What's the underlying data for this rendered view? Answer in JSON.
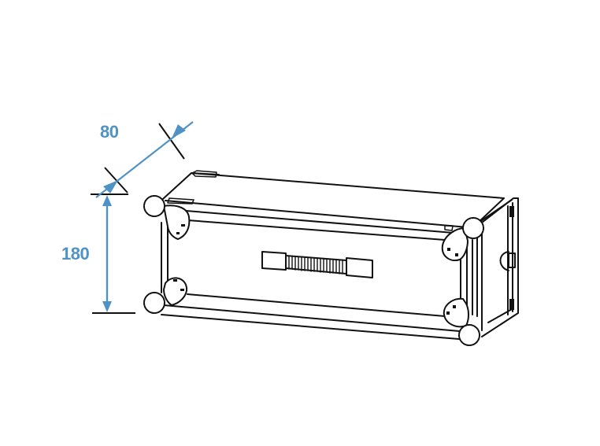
{
  "diagram": {
    "subject": "rack case / flight case line drawing",
    "colors": {
      "dimension": "#4f92c6",
      "outline": "#111111",
      "background": "#ffffff"
    },
    "dimensions": {
      "depth": {
        "label": "80"
      },
      "height": {
        "label": "180"
      }
    },
    "parts": {
      "handle": "handle-icon",
      "corners": "ball-corner-icon",
      "latch": "butterfly-latch-icon"
    }
  }
}
